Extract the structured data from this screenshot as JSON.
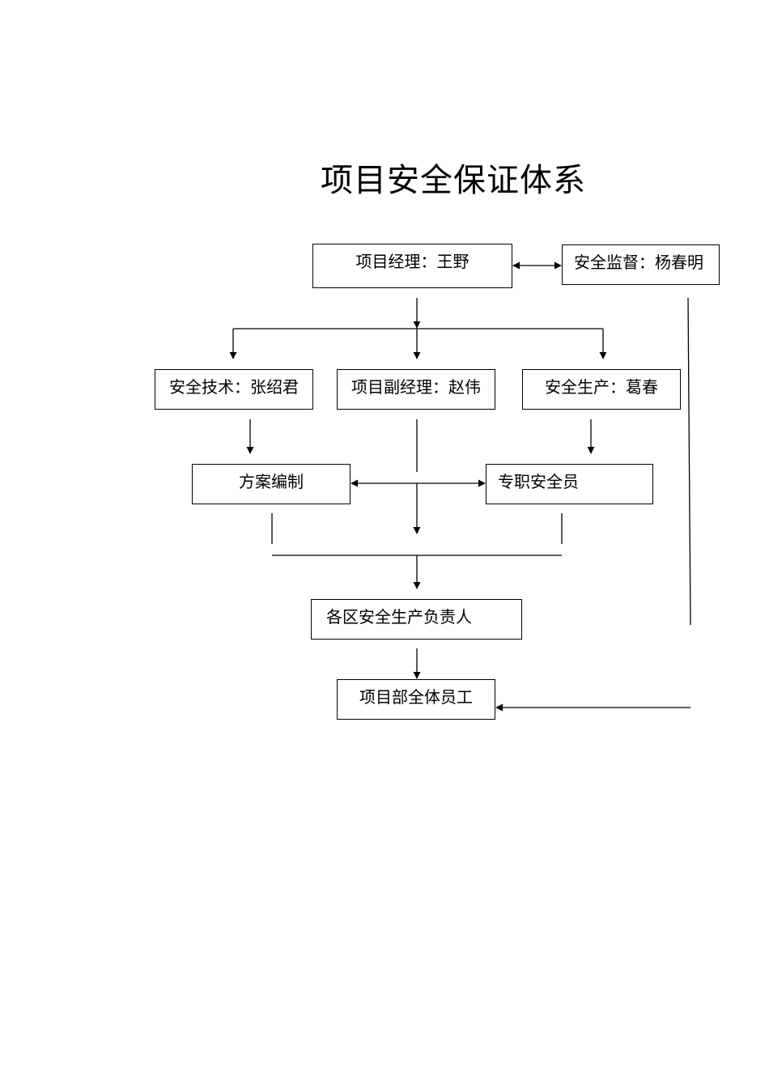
{
  "title": "项目安全保证体系",
  "nodes": {
    "project_manager": "项目经理：王野",
    "safety_supervision": "安全监督：杨春明",
    "safety_technology": "安全技术：张绍君",
    "deputy_manager": "项目副经理：赵伟",
    "safety_production": "安全生产：葛春",
    "plan_preparation": "方案编制",
    "full_time_safety_officer": "专职安全员",
    "area_safety_leaders": "各区安全生产负责人",
    "all_staff": "项目部全体员工"
  }
}
